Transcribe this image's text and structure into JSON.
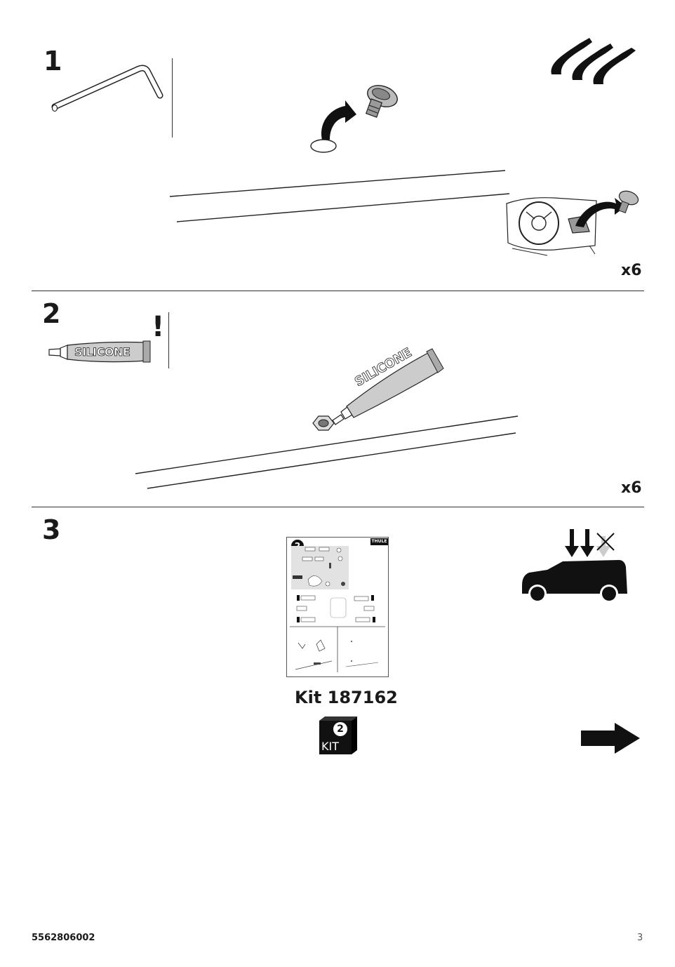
{
  "steps": [
    {
      "number": "1",
      "quantity": "x6"
    },
    {
      "number": "2",
      "quantity": "x6",
      "tube_label": "SILICONE",
      "warning": "!"
    },
    {
      "number": "3"
    }
  ],
  "kit": {
    "label": "Kit 187162",
    "box_number": "2",
    "box_text": "KIT",
    "manual_badge": "2",
    "manual_brand": "THULE"
  },
  "footer": {
    "code": "5562806002",
    "page": "3"
  },
  "icons": {
    "step1": [
      "allen-key-icon",
      "threaded-plug-icon",
      "roof-rails-icon",
      "car-interior-icon"
    ],
    "step2": [
      "silicone-tube-icon",
      "silicone-application-icon"
    ],
    "step3": [
      "instruction-manual-icon",
      "kit-box-icon",
      "car-roof-load-icon",
      "next-arrow-icon"
    ]
  }
}
